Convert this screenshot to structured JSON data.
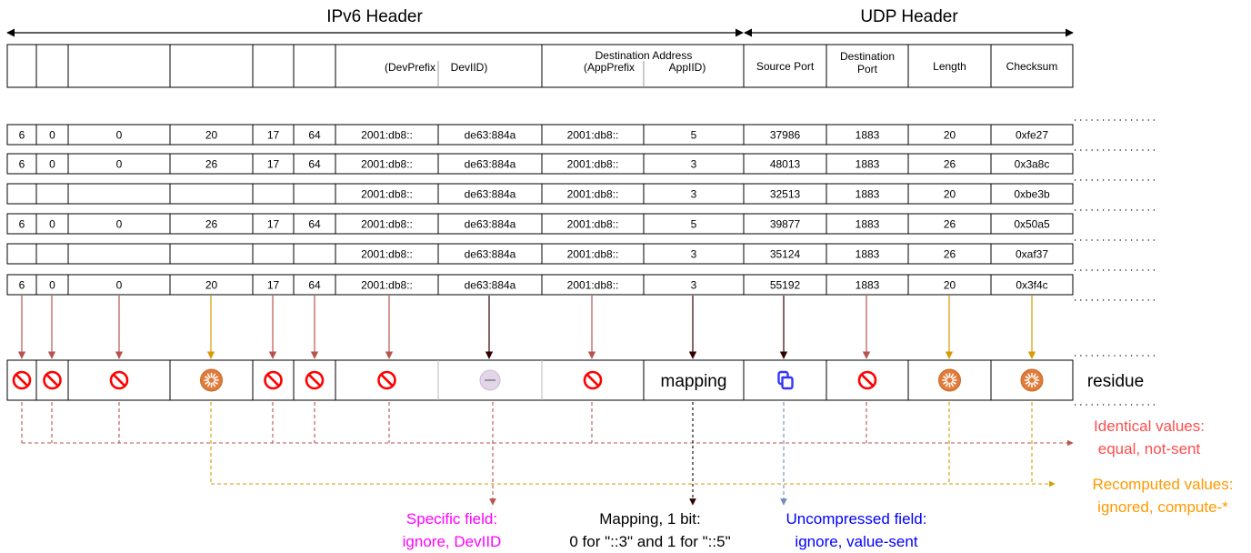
{
  "headers": {
    "ipv6": "IPv6 Header",
    "udp": "UDP Header"
  },
  "field_row": [
    {
      "id": "version",
      "lines": []
    },
    {
      "id": "traffic-class",
      "lines": []
    },
    {
      "id": "flow-label",
      "lines": []
    },
    {
      "id": "payload-length",
      "lines": []
    },
    {
      "id": "next-header",
      "lines": []
    },
    {
      "id": "hop-limit",
      "lines": []
    },
    {
      "id": "dev-prefix",
      "lines": []
    },
    {
      "id": "dev-iid",
      "lines": []
    },
    {
      "id": "app-prefix",
      "lines": []
    },
    {
      "id": "app-iid",
      "lines": []
    },
    {
      "id": "source-port",
      "lines": [
        "Source Port"
      ]
    },
    {
      "id": "destination-port",
      "lines": [
        "Destination",
        "Port"
      ]
    },
    {
      "id": "length",
      "lines": [
        "Length"
      ]
    },
    {
      "id": "checksum",
      "lines": [
        "Checksum"
      ]
    }
  ],
  "source_address_labels": {
    "prefix": "(DevPrefix",
    "iid": "DevIID)"
  },
  "destination_address_labels": {
    "title": "Destination Address",
    "prefix": "(AppPrefix",
    "iid": "AppIID)"
  },
  "packets": [
    [
      "6",
      "0",
      "0",
      "20",
      "17",
      "64",
      "2001:db8::",
      "de63:884a",
      "2001:db8::",
      "5",
      "37986",
      "1883",
      "20",
      "0xfe27"
    ],
    [
      "6",
      "0",
      "0",
      "26",
      "17",
      "64",
      "2001:db8::",
      "de63:884a",
      "2001:db8::",
      "3",
      "48013",
      "1883",
      "26",
      "0x3a8c"
    ],
    [
      "",
      "",
      "",
      "",
      "",
      "",
      "2001:db8::",
      "de63:884a",
      "2001:db8::",
      "3",
      "32513",
      "1883",
      "20",
      "0xbe3b"
    ],
    [
      "6",
      "0",
      "0",
      "26",
      "17",
      "64",
      "2001:db8::",
      "de63:884a",
      "2001:db8::",
      "5",
      "39877",
      "1883",
      "26",
      "0x50a5"
    ],
    [
      "",
      "",
      "",
      "",
      "",
      "",
      "2001:db8::",
      "de63:884a",
      "2001:db8::",
      "3",
      "35124",
      "1883",
      "26",
      "0xaf37"
    ],
    [
      "6",
      "0",
      "0",
      "20",
      "17",
      "64",
      "2001:db8::",
      "de63:884a",
      "2001:db8::",
      "3",
      "55192",
      "1883",
      "20",
      "0x3f4c"
    ]
  ],
  "actions": [
    {
      "field": "version",
      "icon": "not-sent-icon",
      "category": "identical"
    },
    {
      "field": "traffic-class",
      "icon": "not-sent-icon",
      "category": "identical"
    },
    {
      "field": "flow-label",
      "icon": "not-sent-icon",
      "category": "identical"
    },
    {
      "field": "payload-length",
      "icon": "compute-icon",
      "category": "recomputed"
    },
    {
      "field": "next-header",
      "icon": "not-sent-icon",
      "category": "identical"
    },
    {
      "field": "hop-limit",
      "icon": "not-sent-icon",
      "category": "identical"
    },
    {
      "field": "dev-prefix",
      "icon": "not-sent-icon",
      "category": "identical"
    },
    {
      "field": "dev-iid",
      "icon": "devIID-icon",
      "category": "specific"
    },
    {
      "field": "app-prefix",
      "icon": "not-sent-icon",
      "category": "identical"
    },
    {
      "field": "app-iid",
      "icon": "",
      "text": "mapping",
      "category": "mapping"
    },
    {
      "field": "source-port",
      "icon": "value-sent-icon",
      "category": "uncompressed"
    },
    {
      "field": "destination-port",
      "icon": "not-sent-icon",
      "category": "identical"
    },
    {
      "field": "length",
      "icon": "compute-icon",
      "category": "recomputed"
    },
    {
      "field": "checksum",
      "icon": "compute-icon",
      "category": "recomputed"
    }
  ],
  "residue": "residue",
  "legend": {
    "identical": {
      "lines": [
        "Identical values:",
        "equal, not-sent"
      ],
      "color": "#ff4d4d"
    },
    "recomputed": {
      "lines": [
        "Recomputed values:",
        "ignored, compute-*"
      ],
      "color": "#ff9900"
    },
    "specific": {
      "lines": [
        "Specific field:",
        "ignore, DevIID"
      ],
      "color": "#ff00ff"
    },
    "mapping": {
      "lines": [
        "Mapping, 1 bit:",
        "0 for \"::3\" and 1 for \"::5\""
      ],
      "color": "#000000"
    },
    "uncompressed": {
      "lines": [
        "Uncompressed field:",
        "ignore, value-sent"
      ],
      "color": "#0000ff"
    }
  },
  "colors": {
    "red_arrow": "#b85450",
    "orange_arrow": "#d79b00",
    "dark_arrow": "#330000",
    "blue_dashed": "#6c8ebf",
    "not_sent_icon": "#ff0000",
    "compute_icon_fill": "#e07b39",
    "devIID_icon_fill": "#e1d5e7",
    "value_sent_icon": "#3333ff"
  }
}
